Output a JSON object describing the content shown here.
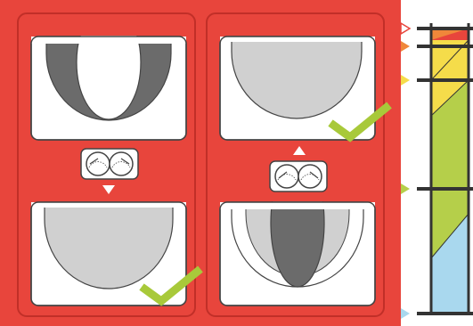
{
  "colors": {
    "background_red": "#E8453C",
    "panel_border": "#C12F28",
    "card_white": "#FFFFFF",
    "card_outline": "#444444",
    "gray_light": "#D0D0D0",
    "gray_dark": "#6B6B6B",
    "check_green": "#A8C93A",
    "scale_frame": "#333333",
    "scale_orange": "#F0873A",
    "scale_yellow": "#F5DC4A",
    "scale_lime": "#B5CF4A",
    "scale_blue": "#A9D8EE",
    "arrow_white": "#FFFFFF"
  },
  "icons": {
    "direction_down": "arrow-down-icon",
    "direction_up": "arrow-up-icon",
    "dial_gauge": "double-dial-gauge-icon",
    "correct": "checkmark-icon",
    "marker": "triangle-marker-icon"
  },
  "panels": [
    {
      "id": "left",
      "top_state": "incorrect",
      "bottom_state": "correct",
      "arrow": "down"
    },
    {
      "id": "right",
      "top_state": "correct",
      "bottom_state": "incorrect",
      "arrow": "up"
    }
  ],
  "scale": {
    "markers": [
      {
        "color": "#E8453C",
        "filled": false
      },
      {
        "color": "#F0873A",
        "filled": true
      },
      {
        "color": "#F5DC4A",
        "filled": true
      },
      {
        "color": "#B5CF4A",
        "filled": true
      },
      {
        "color": "#A9D8EE",
        "filled": true
      }
    ]
  }
}
